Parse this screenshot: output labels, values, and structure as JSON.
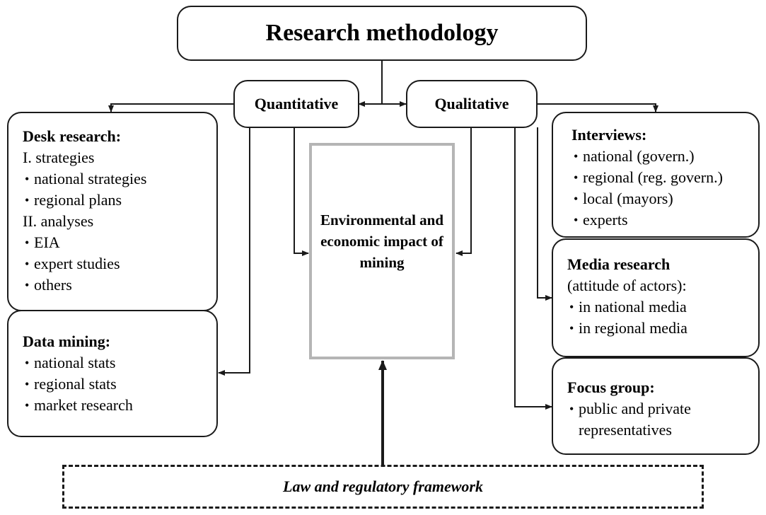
{
  "title": "Research methodology",
  "methods": {
    "quantitative": "Quantitative",
    "qualitative": "Qualitative"
  },
  "center": {
    "label": "Environmental and economic impact of mining"
  },
  "left_panels": {
    "desk_research": {
      "heading": "Desk research:",
      "group1": "I. strategies",
      "group1_items": [
        "national strategies",
        "regional plans"
      ],
      "group2": "II. analyses",
      "group2_items": [
        "EIA",
        "expert studies",
        "others"
      ]
    },
    "data_mining": {
      "heading": "Data mining:",
      "items": [
        "national stats",
        "regional stats",
        "market research"
      ]
    }
  },
  "right_panels": {
    "interviews": {
      "heading": "Interviews:",
      "items": [
        "national (govern.)",
        "regional (reg. govern.)",
        "local (mayors)",
        "experts"
      ]
    },
    "media_research": {
      "heading": "Media research",
      "subheading": "(attitude of actors):",
      "items": [
        "in national media",
        "in regional media"
      ]
    },
    "focus_group": {
      "heading": "Focus group:",
      "items": [
        "public and private representatives"
      ]
    }
  },
  "footer": {
    "label": "Law and regulatory framework"
  }
}
